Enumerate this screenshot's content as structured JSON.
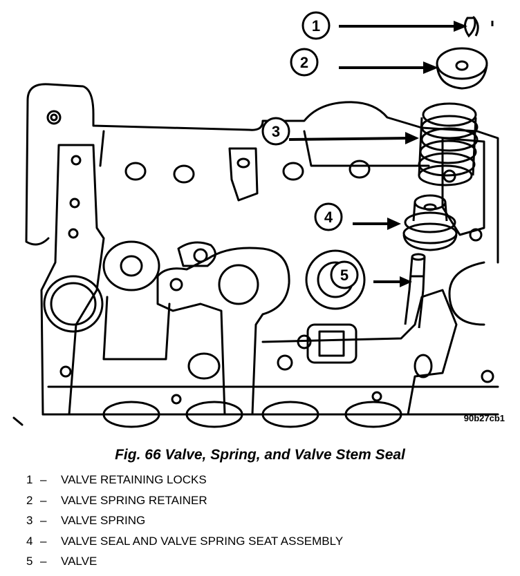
{
  "figure": {
    "code": "90b27cb1",
    "caption": "Fig. 66 Valve, Spring, and Valve Stem Seal"
  },
  "callouts": [
    {
      "number": "1",
      "name": "VALVE RETAINING LOCKS"
    },
    {
      "number": "2",
      "name": "VALVE SPRING RETAINER"
    },
    {
      "number": "3",
      "name": "VALVE SPRING"
    },
    {
      "number": "4",
      "name": "VALVE SEAL AND VALVE SPRING SEAT ASSEMBLY"
    },
    {
      "number": "5",
      "name": "VALVE"
    }
  ],
  "separator": "–"
}
